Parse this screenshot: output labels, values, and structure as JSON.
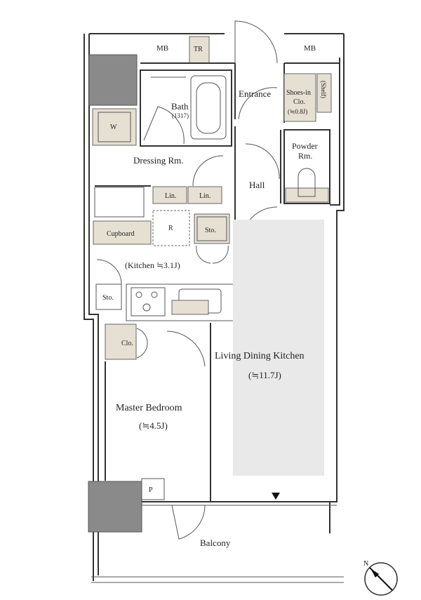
{
  "rooms": {
    "mb_left": "MB",
    "tr": "TR",
    "mb_right": "MB",
    "entrance": "Entrance",
    "shoes_in_clo": "Shoes-in",
    "shoes_in_clo2": "Clo.",
    "shoes_in_size": "(≒0.8J)",
    "shelf": "(Shelf)",
    "bath": "Bath",
    "bath_size": "(1317)",
    "w": "W",
    "dressing": "Dressing Rm.",
    "powder": "Powder",
    "powder2": "Rm.",
    "hall": "Hall",
    "lin1": "Lin.",
    "lin2": "Lin.",
    "cupboard": "Cupboard",
    "r": "R",
    "sto1": "Sto.",
    "kitchen": "(Kitchen ≒3.1J)",
    "sto2": "Sto.",
    "clo": "Clo.",
    "ldk": "Living Dining Kitchen",
    "ldk_size": "(≒11.7J)",
    "master": "Master Bedroom",
    "master_size": "(≒4.5J)",
    "p": "P",
    "balcony": "Balcony",
    "north": "N"
  },
  "colors": {
    "wall": "#333333",
    "tan": "#e6e0d3",
    "ldk_fill": "#e9e9e9",
    "column": "#8a8a8a"
  }
}
